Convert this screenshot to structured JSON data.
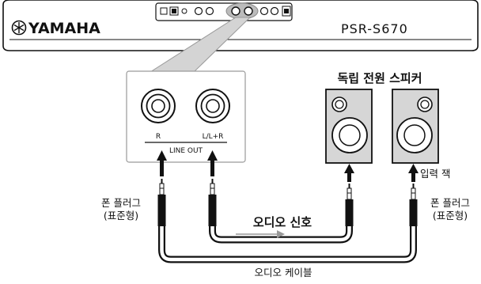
{
  "keyboard": {
    "brand": "YAMAHA",
    "model": "PSR-S670"
  },
  "jack_panel": {
    "label_r": "R",
    "label_l": "L/L+R",
    "label_line_out": "LINE OUT"
  },
  "speakers": {
    "title": "독립 전원 스피커",
    "input_jack_label": "입력 잭"
  },
  "labels": {
    "phone_plug_left_line1": "폰 플러그",
    "phone_plug_left_line2": "(표준형)",
    "phone_plug_right_line1": "폰 플러그",
    "phone_plug_right_line2": "(표준형)",
    "audio_signal": "오디오 신호",
    "audio_cable": "오디오 케이블"
  }
}
